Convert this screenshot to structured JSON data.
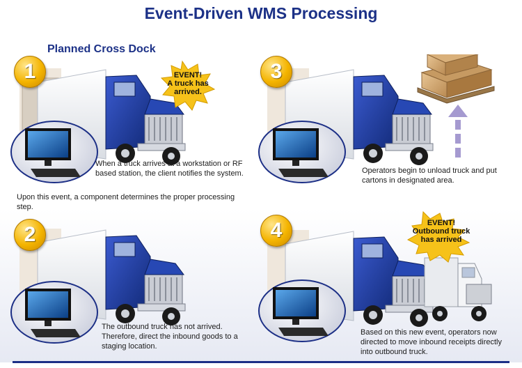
{
  "title": "Event-Driven WMS Processing",
  "subtitle": "Planned Cross Dock",
  "steps": [
    {
      "number": "1",
      "caption": "When a truck arrives at a workstation or RF based station, the client notifies the system."
    },
    {
      "number": "2",
      "caption": "The outbound truck has not arrived. Therefore, direct the inbound goods to a staging location."
    },
    {
      "number": "3",
      "caption": "Operators begin to unload truck and put cartons in designated area."
    },
    {
      "number": "4",
      "caption": "Based on this new event, operators now directed to move inbound receipts directly into outbound truck."
    }
  ],
  "middle_note": "Upon this event, a component determines the proper processing step.",
  "events": {
    "truck_arrived": {
      "line1": "EVENT!",
      "line2": "A truck has",
      "line3": "arrived."
    },
    "outbound_arrived": {
      "line1": "EVENT!",
      "line2": "Outbound truck",
      "line3": "has arrived"
    }
  },
  "colors": {
    "title": "#1c3187",
    "badge": "#f4b400",
    "truck_cab": "#1b3a9a",
    "burst": "#f6c21a",
    "arrow": "#a59ad0"
  }
}
